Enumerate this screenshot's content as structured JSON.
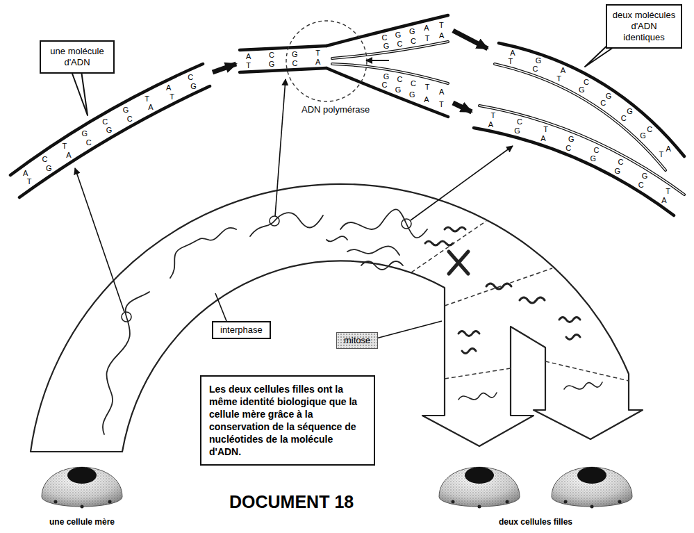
{
  "diagram": {
    "title": "DOCUMENT 18",
    "nodes": [
      {
        "text": [
          "une molécule d'ADN"
        ]
      },
      {
        "text": [
          "deux molécules d'ADN identiques"
        ]
      },
      {
        "text": [
          "interphase"
        ]
      },
      {
        "text": [
          "mitose"
        ]
      },
      {
        "text": [
          "Les deux cellules filles ont la même identité biologique que la cellule mère grâce à la conservation de la séquence de nucléotides de la molécule d'ADN."
        ]
      }
    ],
    "labels": [
      "ADN polymérase",
      "une cellule mère",
      "deux cellules filles",
      "A",
      "T",
      "C",
      "G",
      "T",
      "A",
      "G",
      "C",
      "C",
      "G",
      "G",
      "C",
      "T",
      "A",
      "A",
      "T",
      "C",
      "G",
      "A",
      "T",
      "C",
      "G",
      "G",
      "C",
      "T",
      "A",
      "C",
      "G",
      "G",
      "C",
      "G",
      "C",
      "A",
      "T",
      "T",
      "A",
      "G",
      "C",
      "C",
      "G",
      "C",
      "G",
      "T",
      "A",
      "A",
      "T",
      "A",
      "T",
      "G",
      "C",
      "A",
      "T",
      "C",
      "G",
      "G",
      "C",
      "G",
      "C",
      "C",
      "G",
      "A",
      "T",
      "T",
      "A",
      "C",
      "G",
      "T",
      "A",
      "G",
      "C",
      "C",
      "G",
      "C",
      "G",
      "G",
      "C",
      "T",
      "A"
    ]
  }
}
